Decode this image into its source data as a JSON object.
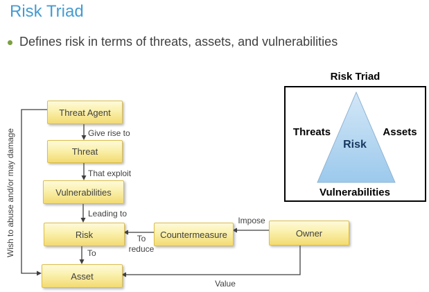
{
  "slide": {
    "title": "Risk Triad",
    "bullet_text": "Defines risk in terms of threats, assets, and vulnerabilities"
  },
  "flowchart": {
    "nodes": [
      {
        "label": "Threat Agent"
      },
      {
        "label": "Threat"
      },
      {
        "label": "Vulnerabilities"
      },
      {
        "label": "Risk"
      },
      {
        "label": "Asset"
      },
      {
        "label": "Countermeasure"
      },
      {
        "label": "Owner"
      }
    ],
    "labels": {
      "give_rise_to": "Give rise to",
      "that_exploit": "That exploit",
      "leading_to": "Leading to",
      "to": "To",
      "to_reduce": "To\nreduce",
      "impose": "Impose",
      "value": "Value",
      "wish": "Wish to abuse and/or may damage"
    }
  },
  "triad": {
    "heading": "Risk Triad",
    "left": "Threats",
    "right": "Assets",
    "center": "Risk",
    "bottom": "Vulnerabilities"
  },
  "colors": {
    "title_blue": "#459BD2",
    "bullet_green": "#7BA03F",
    "node_fill_top": "#FEFAD9",
    "node_fill_bottom": "#F3DB72",
    "node_border": "#DCBE4A",
    "triangle_top": "#D3E7F7",
    "triangle_bottom": "#9CC9EC",
    "risk_text_navy": "#17375E",
    "connector_gray": "#3F3F3F"
  }
}
